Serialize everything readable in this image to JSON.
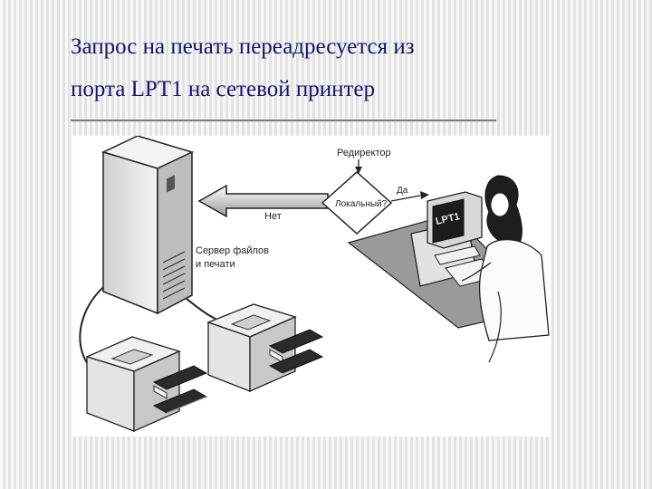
{
  "slide": {
    "title_line1": "Запрос на печать переадресуется из",
    "title_line2": "порта LPT1 на сетевой принтер"
  },
  "diagram": {
    "redirector_label": "Редиректор",
    "decision_label": "Локальный?",
    "yes_label": "Да",
    "no_label": "Нет",
    "server_label_line1": "Сервер файлов",
    "server_label_line2": "и печати",
    "monitor_label": "LPT1"
  }
}
